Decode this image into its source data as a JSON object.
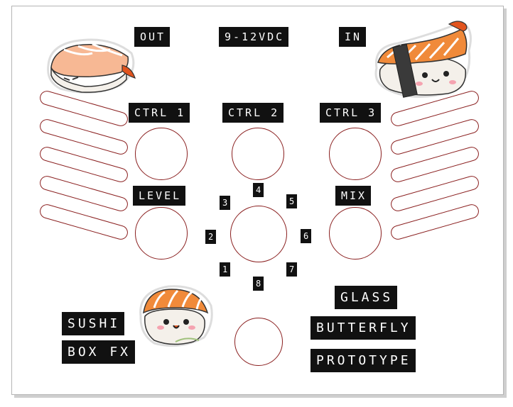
{
  "top_labels": {
    "out": "OUT",
    "power": "9-12VDC",
    "in": "IN"
  },
  "controls": {
    "ctrl1": "CTRL 1",
    "ctrl2": "CTRL 2",
    "ctrl3": "CTRL 3",
    "level": "LEVEL",
    "mix": "MIX"
  },
  "selector_positions": [
    "1",
    "2",
    "3",
    "4",
    "5",
    "6",
    "7",
    "8"
  ],
  "brand": {
    "line1": "SUSHI",
    "line2": "BOX FX"
  },
  "product": {
    "line1": "GLASS",
    "line2": "BUTTERFLY",
    "line3": "PROTOTYPE"
  },
  "colors": {
    "label_bg": "#111111",
    "label_text": "#ffffff",
    "outline": "#8a1f1f",
    "salmon": "#f08a3a",
    "rice": "#f4f0ea",
    "nori": "#2f2f2f"
  },
  "icons": [
    "sushi-nigiri-icon",
    "sushi-nigiri-face-icon",
    "sushi-nigiri-face-icon"
  ]
}
